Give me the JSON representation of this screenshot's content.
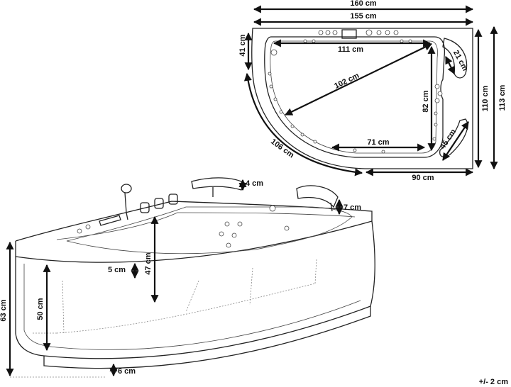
{
  "top_view": {
    "width_outer": "160 cm",
    "width_inner": "155 cm",
    "inner_length": "111 cm",
    "diagonal": "102 cm",
    "corner_depth": "41 cm",
    "inner_width_right": "82 cm",
    "headrest_top": "21 cm",
    "headrest_bottom": "45 cm",
    "bottom_inner": "71 cm",
    "curve_length": "106 cm",
    "bottom_straight": "90 cm",
    "depth_inner": "110 cm",
    "depth_outer": "113 cm"
  },
  "side_view": {
    "headrest_height": "4 cm",
    "headrest_thickness": "7 cm",
    "rim": "5 cm",
    "inner_depth": "47 cm",
    "panel_height": "50 cm",
    "total_height": "63 cm",
    "base": "6 cm"
  },
  "tolerance": "+/- 2 cm"
}
